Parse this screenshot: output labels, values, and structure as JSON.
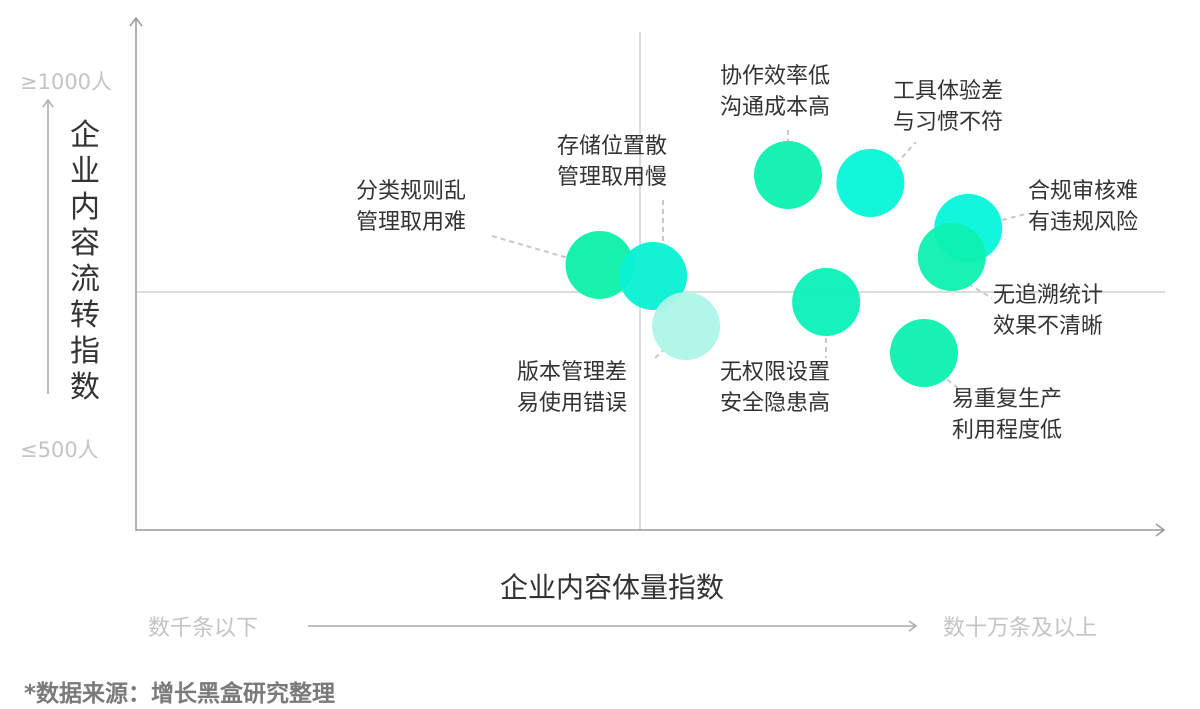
{
  "chart_data": {
    "type": "scatter",
    "title": "",
    "xlabel": "企业内容体量指数",
    "ylabel": "企业内容流转指数",
    "xlim": [
      0,
      100
    ],
    "ylim": [
      0,
      100
    ],
    "x_range_labels": {
      "low": "数千条以下",
      "high": "数十万条及以上"
    },
    "y_tick_labels": {
      "low": "≤500人",
      "high": "≥1000人"
    },
    "quadrant_lines": {
      "x": 49,
      "y": 47.6
    },
    "points": [
      {
        "label": [
          "分类规则乱",
          "管理取用难"
        ],
        "x": 45.1,
        "y": 53.0,
        "color": "#0cf0a8"
      },
      {
        "label": [
          "存储位置散",
          "管理取用慢"
        ],
        "x": 50.3,
        "y": 50.8,
        "color": "#07f0d2"
      },
      {
        "label": [
          "版本管理差",
          "易使用错误"
        ],
        "x": 53.5,
        "y": 40.8,
        "color": "#aef5e8"
      },
      {
        "label": [
          "协作效率低",
          "沟通成本高"
        ],
        "x": 63.4,
        "y": 71.0,
        "color": "#0cf0b0"
      },
      {
        "label": [
          "工具体验差",
          "与习惯不符"
        ],
        "x": 71.4,
        "y": 69.4,
        "color": "#05f5d8"
      },
      {
        "label": [
          "合规审核难",
          "有违规风险"
        ],
        "x": 80.9,
        "y": 60.4,
        "color": "#05f5dc"
      },
      {
        "label": [
          "无追溯统计",
          "效果不清晰"
        ],
        "x": 79.3,
        "y": 54.6,
        "color": "#0ef0b0"
      },
      {
        "label": [
          "无权限设置",
          "安全隐患高"
        ],
        "x": 67.1,
        "y": 45.6,
        "color": "#0bf0b8"
      },
      {
        "label": [
          "易重复生产",
          "利用程度低"
        ],
        "x": 76.6,
        "y": 35.4,
        "color": "#0cf0b0"
      }
    ]
  },
  "footnote": "*数据来源：增长黑盒研究整理"
}
